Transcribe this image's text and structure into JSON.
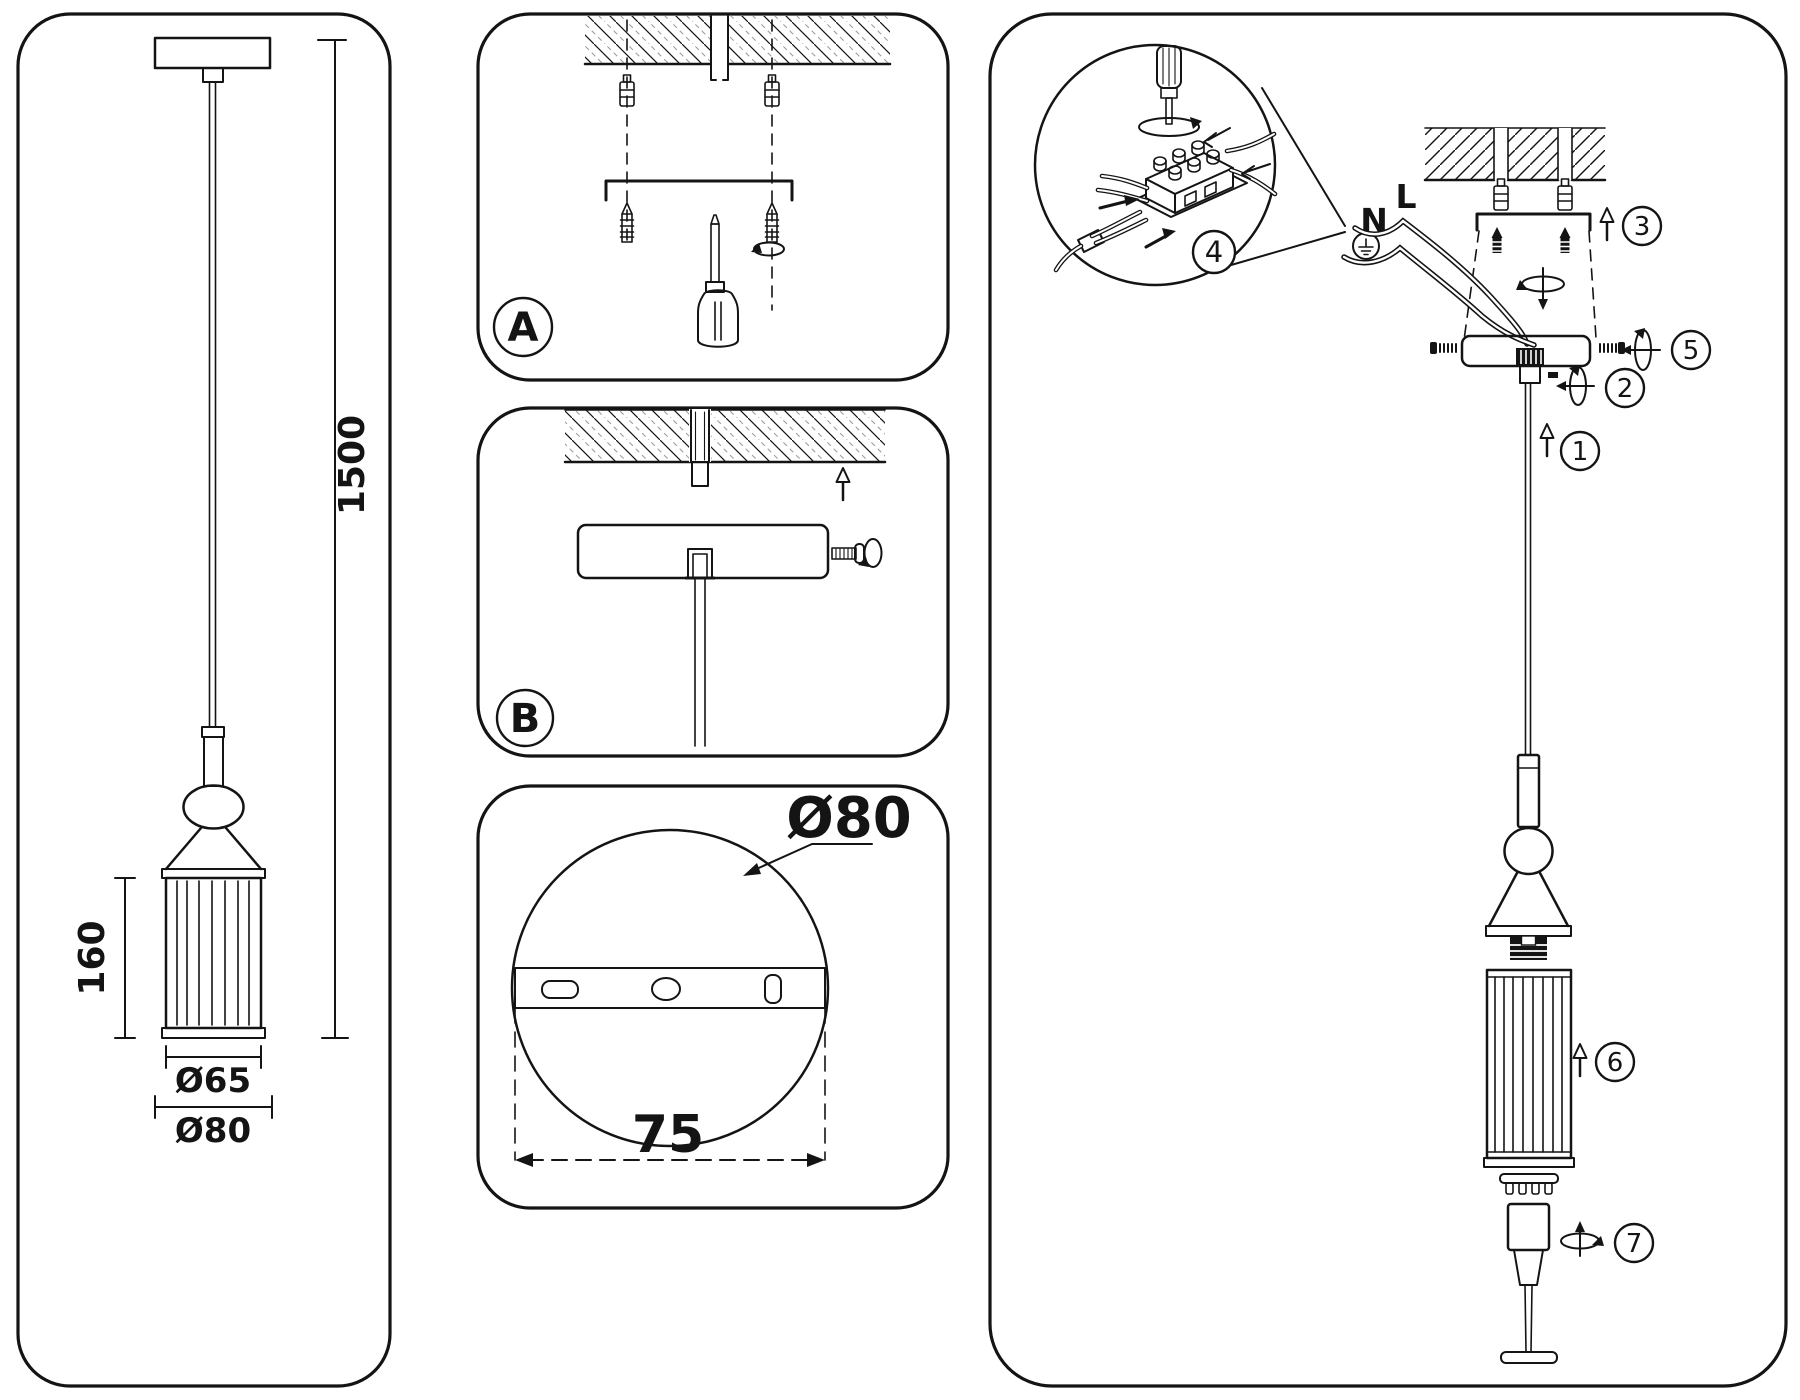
{
  "colors": {
    "ink": "#141414",
    "paper": "#ffffff",
    "hatch_alt": "#999999"
  },
  "left_panel": {
    "dim_drop": "1500",
    "dim_shade_height": "160",
    "dim_shade_diameter": "Ø65",
    "dim_canopy_diameter": "Ø80"
  },
  "panel_a": {
    "label": "A"
  },
  "panel_b": {
    "label": "B"
  },
  "panel_c": {
    "dim_canopy_diameter": "Ø80",
    "dim_mounting_span": "75"
  },
  "assembly_panel": {
    "wire_labels": {
      "neutral": "N",
      "live": "L"
    },
    "steps": {
      "step1": "1",
      "step2": "2",
      "step3": "3",
      "step4": "4",
      "step5": "5",
      "step6": "6",
      "step7": "7"
    }
  }
}
